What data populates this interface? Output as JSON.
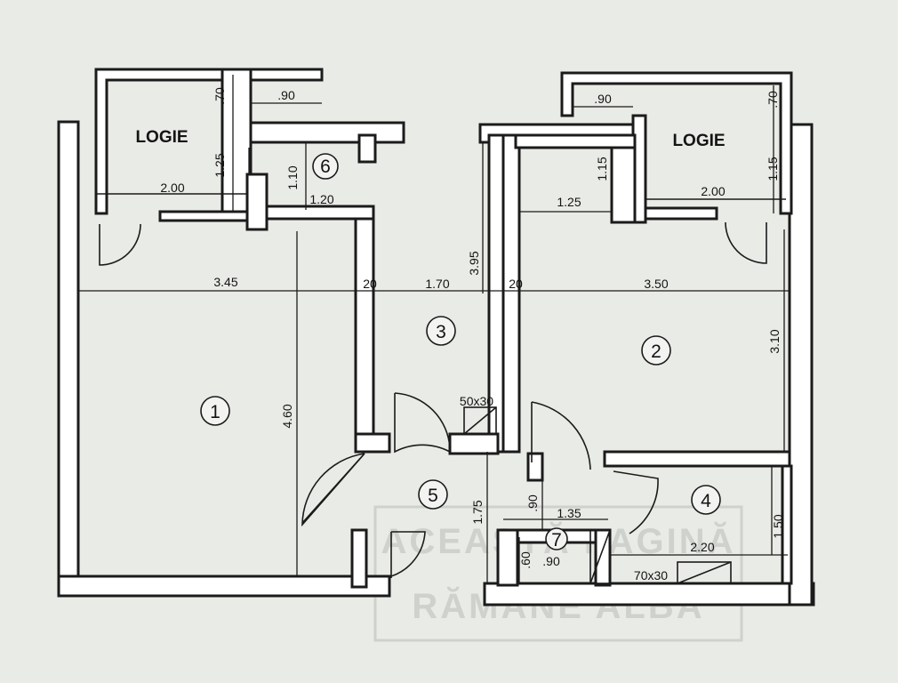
{
  "rooms": [
    {
      "id": "1",
      "num": "1"
    },
    {
      "id": "2",
      "num": "2"
    },
    {
      "id": "3",
      "num": "3"
    },
    {
      "id": "4",
      "num": "4"
    },
    {
      "id": "5",
      "num": "5"
    },
    {
      "id": "6",
      "num": "6"
    },
    {
      "id": "7",
      "num": "7"
    }
  ],
  "loggias": {
    "left": "LOGIE",
    "right": "LOGIE"
  },
  "dimensions": {
    "left_logie_width": "2.00",
    "left_logie_height": "1.25",
    "left_logie_top": ".70",
    "left_logie_door": ".90",
    "room6_width": "1.20",
    "room6_height": "1.10",
    "right_logie_width": "2.00",
    "right_logie_height": "1.15",
    "right_logie_top": ".70",
    "right_logie_door": ".90",
    "right_inner_height": "1.15",
    "right_inner_width": "1.25",
    "room1_width": "3.45",
    "wall_a": "20",
    "room3_width": "1.70",
    "wall_b": "20",
    "room2_width": "3.50",
    "room1_height": "4.60",
    "room3_height": "3.95",
    "room2_height": "3.10",
    "vent1": "50x30",
    "hall_height": "1.75",
    "wc_door_height": ".90",
    "wc_width": "1.35",
    "wc_small_height": ".60",
    "wc_small_width": ".90",
    "room4_width": "2.20",
    "room4_height": "1.50",
    "vent2": "70x30"
  },
  "watermark": {
    "line1": "ACEASTĂ PAGINĂ",
    "line2": "RĂMÂNE ALBĂ"
  }
}
